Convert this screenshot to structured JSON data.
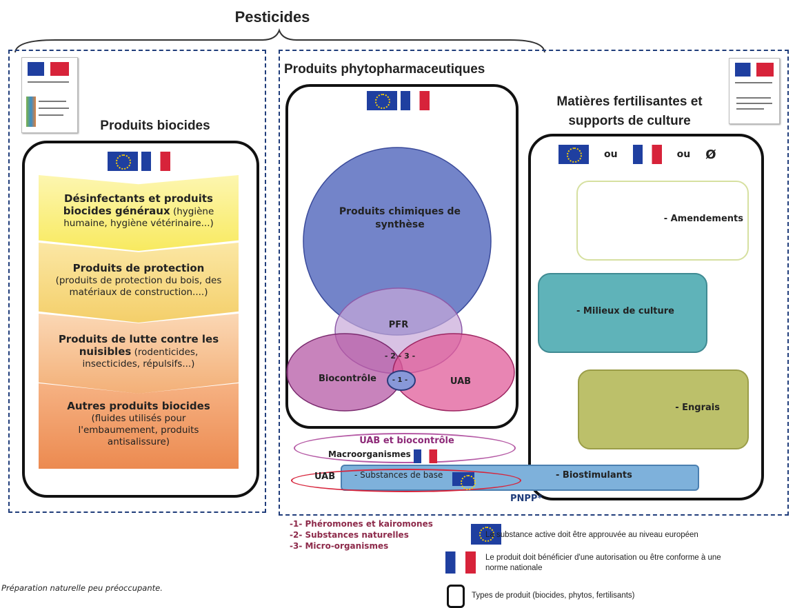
{
  "title": "Pesticides",
  "biocides": {
    "title": "Produits biocides",
    "items": [
      {
        "bold": "Désinfectants et produits biocides généraux",
        "rest": " (hygiène humaine, hygiène vétérinaire...)"
      },
      {
        "bold": "Produits de protection",
        "rest": " (produits de protection du bois, des matériaux de construction....)"
      },
      {
        "bold": "Produits de lutte contre les nuisibles",
        "rest": " (rodenticides, insecticides, répulsifs...)"
      },
      {
        "bold": "Autres produits biocides",
        "rest": " (fluides utilisés pour l'embaumement, produits antisalissure)"
      }
    ]
  },
  "phyto": {
    "title": "Produits phytopharmaceutiques",
    "chimiques": "Produits chimiques de synthèse",
    "pfr": "PFR",
    "biocontrole": "Biocontrôle",
    "uab": "UAB",
    "overlap_23": "- 2 - 3 -",
    "overlap_1": "- 1 -"
  },
  "fertilisants": {
    "title_line1": "Matières fertilisantes et",
    "title_line2": "supports de culture",
    "ou1": "ou",
    "ou2": "ou",
    "none_symbol": "Ø",
    "amendements": "- Amendements",
    "milieux": "- Milieux de culture",
    "engrais": "- Engrais"
  },
  "bottom": {
    "uab_biocontrole": "UAB et biocontrôle",
    "macroorganismes": "Macroorganismes",
    "uab": "UAB",
    "substances_base": "- Substances de base",
    "biostimulants": "- Biostimulants",
    "pnpp": "PNPP*"
  },
  "numbered": [
    "-1- Phéromones et kairomones",
    "-2- Substances naturelles",
    "-3- Micro-organismes"
  ],
  "legend": {
    "eu": "La substance active doit être approuvée au niveau européen",
    "fr_line1": "Le produit doit bénéficier d'une autorisation ou être conforme à une",
    "fr_line2": "norme nationale",
    "box": "Types de produit (biocides, phytos, fertilisants)"
  },
  "footnote": "Préparation naturelle peu préoccupante.",
  "colors": {
    "navy": "#1f3c7a",
    "chem": "#5a6fc0",
    "pfr": "#c7a8d8",
    "biocontrole": "#b55aa5",
    "uab": "#e05c9a",
    "amend_border": "#d6e0a0",
    "milieux": "#5fb3b9",
    "engrais": "#bcc06a",
    "biostim": "#7eb1db"
  }
}
